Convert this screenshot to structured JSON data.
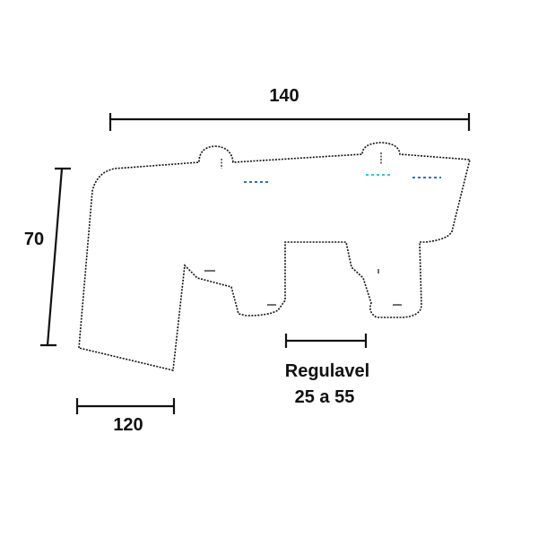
{
  "dimensions": {
    "top_width": "140",
    "left_height": "70",
    "bottom_width": "120"
  },
  "adjustable": {
    "line1": "Regulavel",
    "line2": "25 a 55"
  },
  "colors": {
    "dimension_line": "#111111",
    "outline": "#111111",
    "accent_blue": "#2a6fdb",
    "accent_cyan": "#33c8d8"
  }
}
